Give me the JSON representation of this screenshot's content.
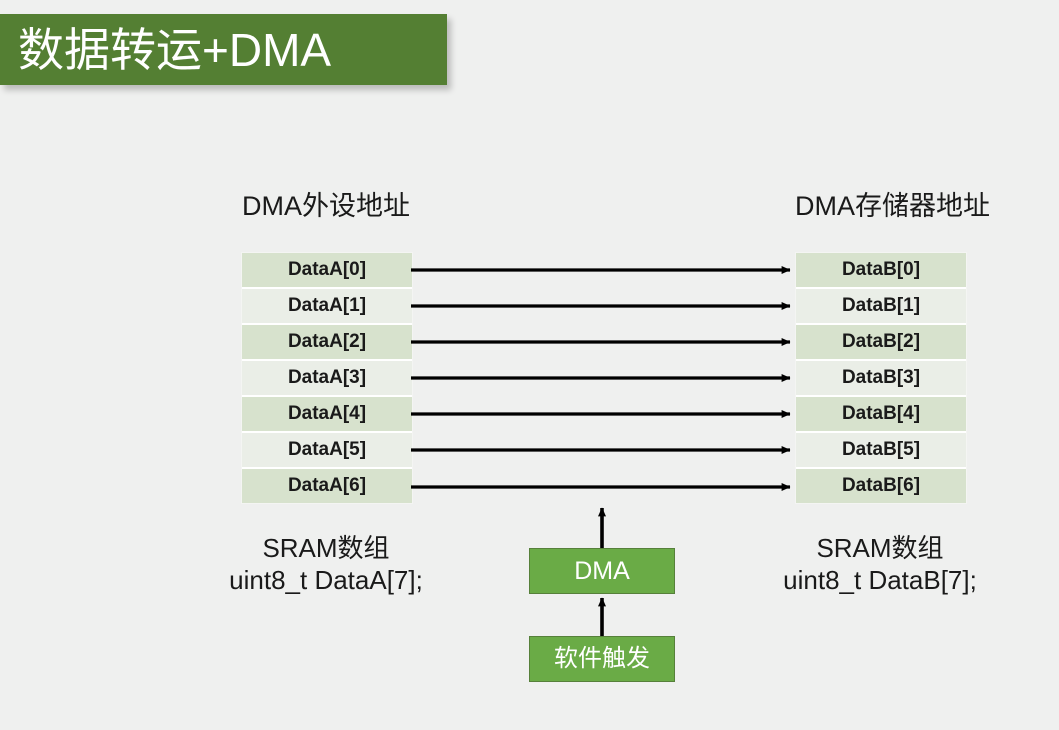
{
  "slide": {
    "background_color": "#eff0ef",
    "title": {
      "text": "数据转运+DMA",
      "background_color": "#547f33",
      "text_color": "#ffffff"
    }
  },
  "headings": {
    "left": "DMA外设地址",
    "right": "DMA存储器地址"
  },
  "tables": {
    "left": {
      "name": "DataA",
      "rows": [
        "DataA[0]",
        "DataA[1]",
        "DataA[2]",
        "DataA[3]",
        "DataA[4]",
        "DataA[5]",
        "DataA[6]"
      ]
    },
    "right": {
      "name": "DataB",
      "rows": [
        "DataB[0]",
        "DataB[1]",
        "DataB[2]",
        "DataB[3]",
        "DataB[4]",
        "DataB[5]",
        "DataB[6]"
      ]
    },
    "row_colors": {
      "odd": "#d7e2cd",
      "even": "#eaeee7"
    }
  },
  "arrows": {
    "count": 7,
    "direction": "left-to-right",
    "color": "#000000"
  },
  "blocks": {
    "dma": {
      "label": "DMA",
      "fill": "#6aab46",
      "border": "#56803a",
      "text_color": "#ffffff"
    },
    "trigger": {
      "label": "软件触发",
      "fill": "#6aab46",
      "border": "#56803a",
      "text_color": "#ffffff"
    }
  },
  "captions": {
    "left": {
      "line1": "SRAM数组",
      "line2": "uint8_t DataA[7];"
    },
    "right": {
      "line1": "SRAM数组",
      "line2": "uint8_t DataB[7];"
    }
  }
}
